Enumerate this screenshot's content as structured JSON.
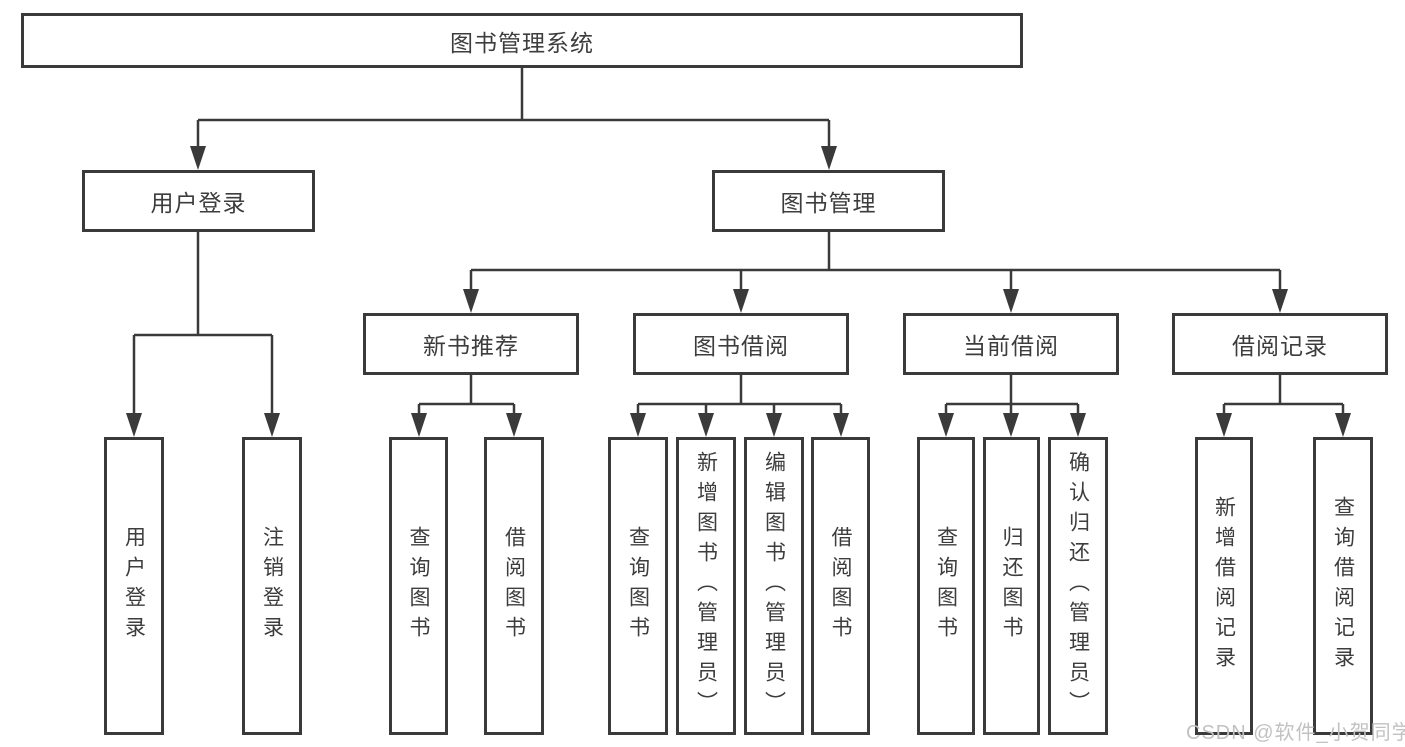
{
  "diagram": {
    "root": "图书管理系统",
    "level2": {
      "user_login": "用户登录",
      "book_mgmt": "图书管理"
    },
    "user_login_children": [
      "用户登录",
      "注销登录"
    ],
    "level3": {
      "new_book": "新书推荐",
      "borrow": "图书借阅",
      "current": "当前借阅",
      "records": "借阅记录"
    },
    "new_book_children": [
      "查询图书",
      "借阅图书"
    ],
    "borrow_children": [
      "查询图书",
      "新增图书（管理员）",
      "编辑图书（管理员）",
      "借阅图书"
    ],
    "current_children": [
      "查询图书",
      "归还图书",
      "确认归还（管理员）"
    ],
    "records_children": [
      "新增借阅记录",
      "查询借阅记录"
    ]
  },
  "watermark": "CSDN @软件_小贺同学",
  "colors": {
    "line": "#3a3a3a",
    "text": "#3d3d3d",
    "watermark": "#c2c2c2",
    "background": "#ffffff"
  }
}
